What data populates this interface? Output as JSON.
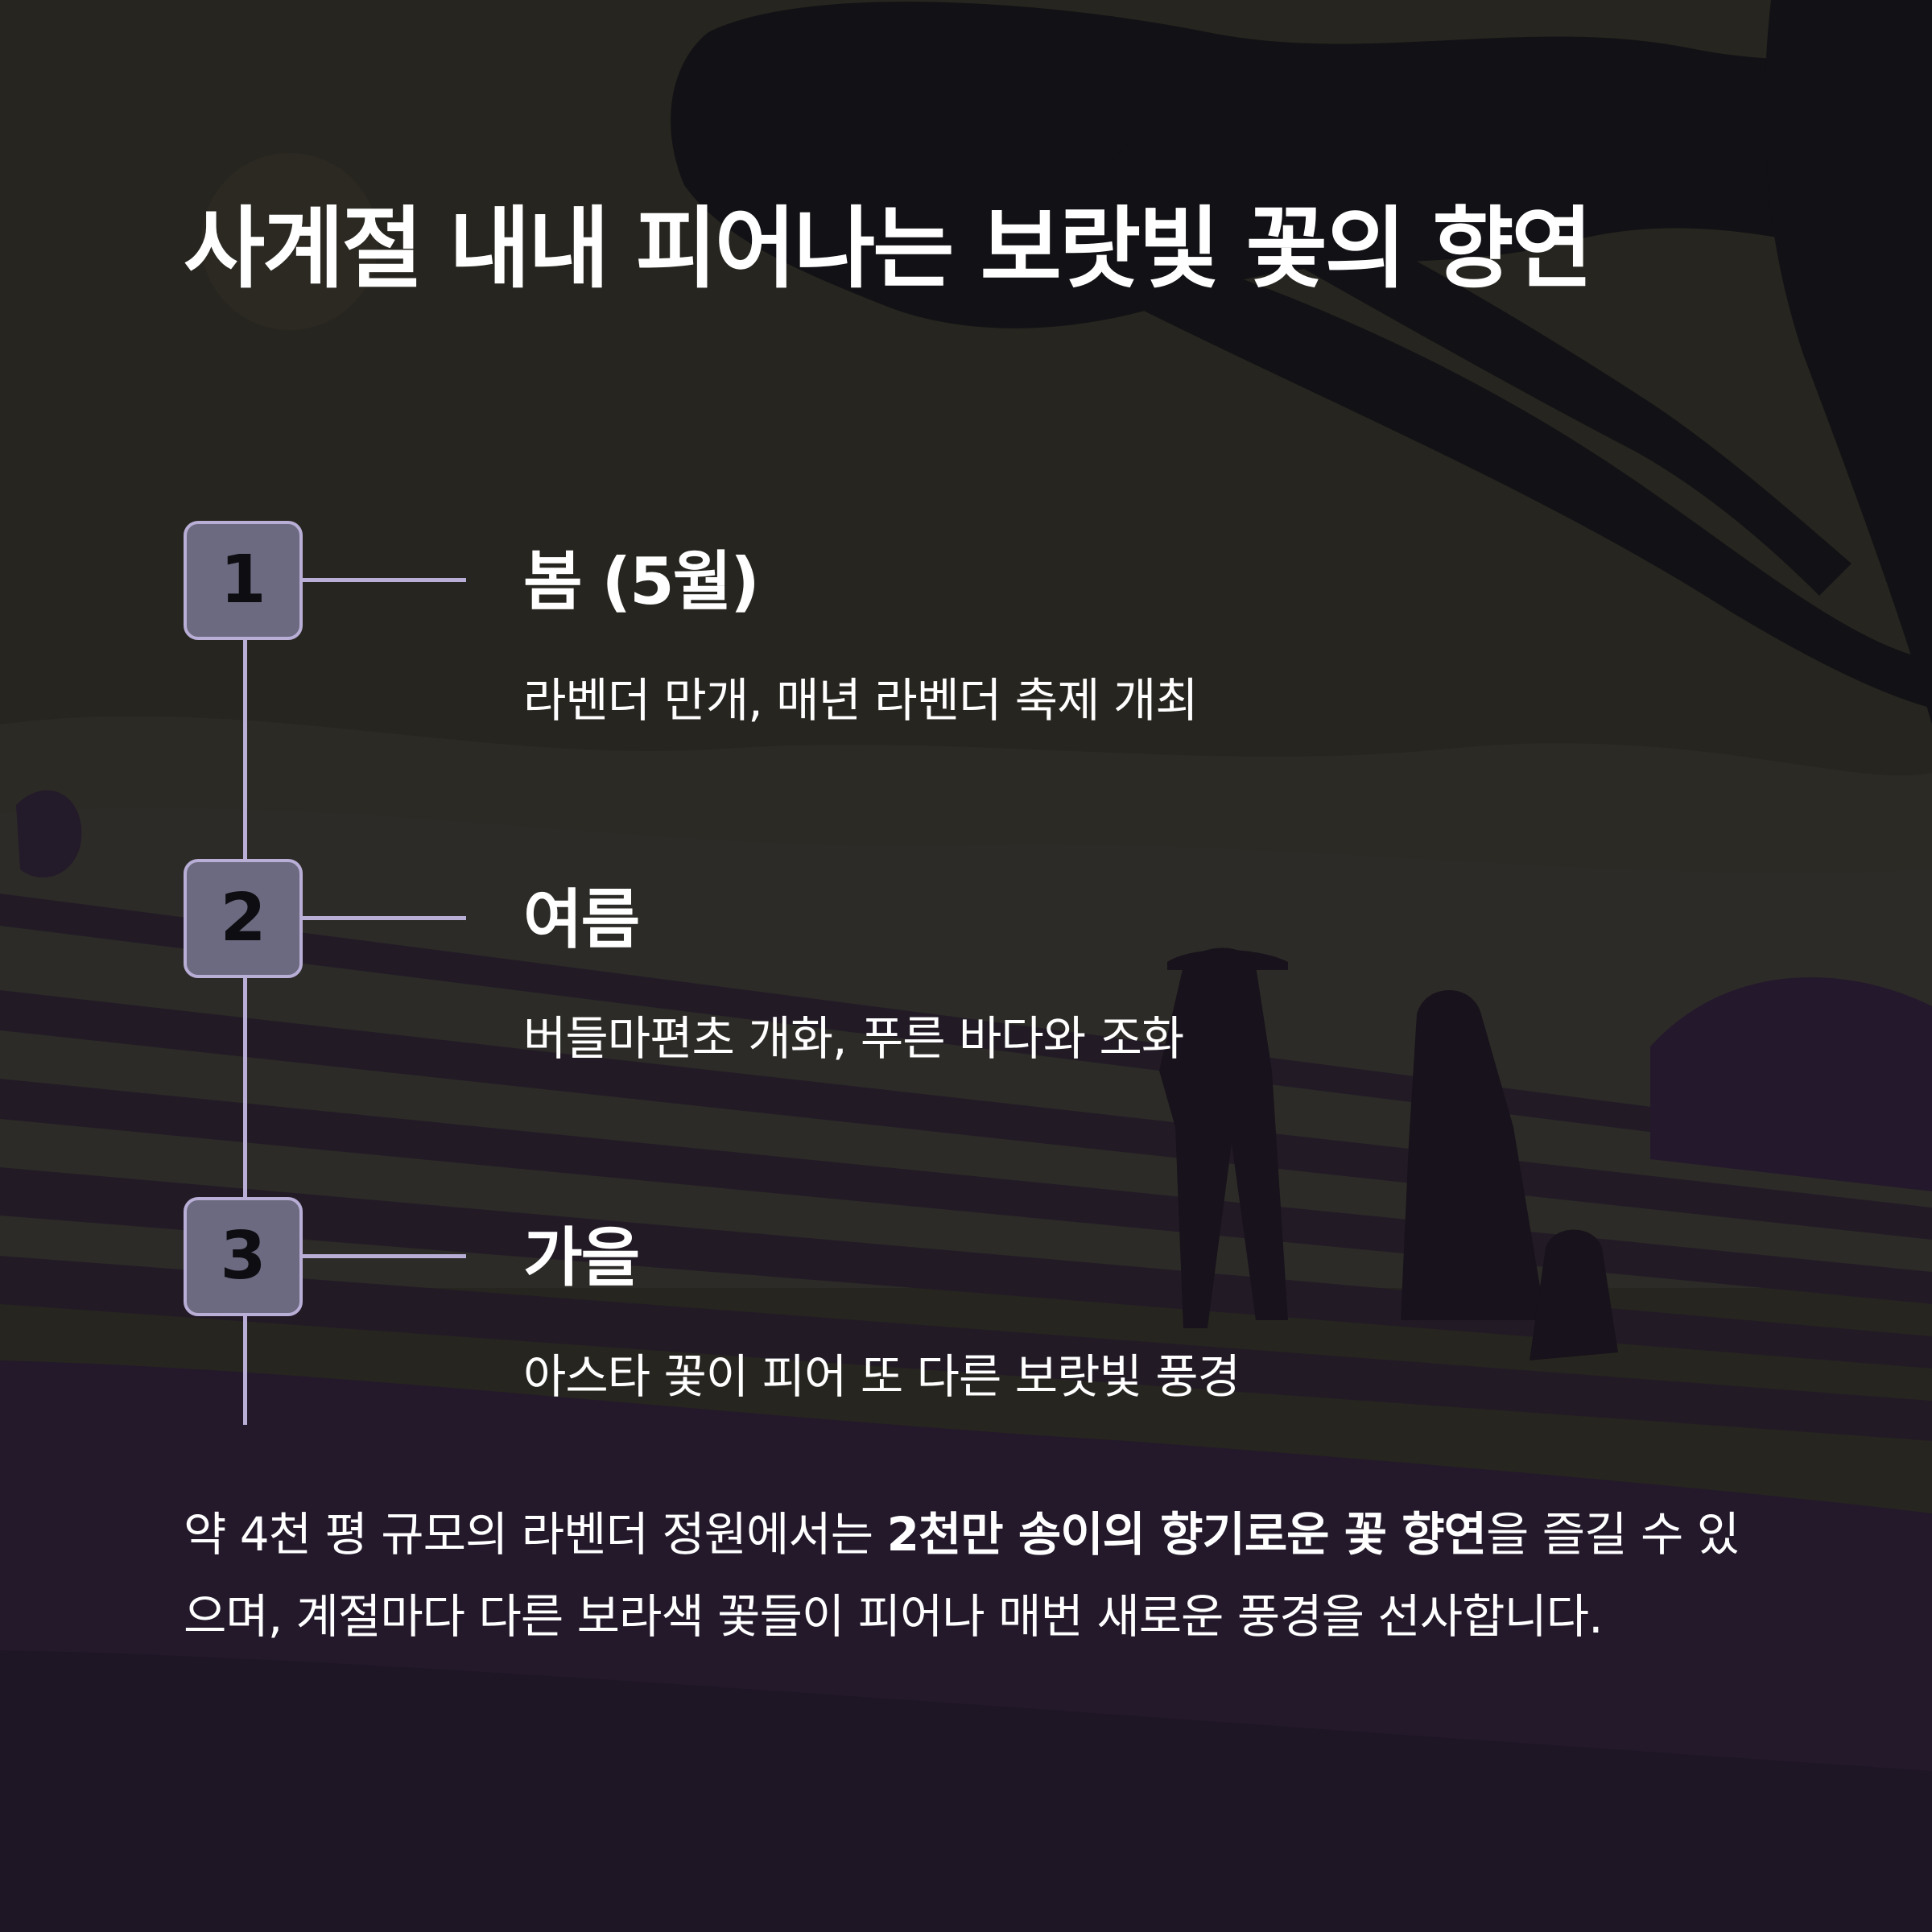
{
  "title": "사계절 내내 피어나는 보랏빛 꽃의 향연",
  "colors": {
    "background": "#26241f",
    "accent_line": "#b8aed6",
    "step_box_fill": "#6c6a80",
    "text": "#ffffff"
  },
  "steps": [
    {
      "number": "1",
      "title": "봄 (5월)",
      "description": "라벤더 만개, 매년 라벤더 축제 개최"
    },
    {
      "number": "2",
      "title": "여름",
      "description": "버들마편초 개화, 푸른 바다와 조화"
    },
    {
      "number": "3",
      "title": "가을",
      "description": "아스타 꽃이 피어 또 다른 보랏빛 풍경"
    }
  ],
  "summary": {
    "before": "약 4천 평 규모의 라벤더 정원에서는 ",
    "highlight": "2천만 송이의 향기로운 꽃 향연",
    "after": "을 즐길 수 있으며, 계절마다 다른 보라색 꽃들이 피어나 매번 새로운 풍경을 선사합니다."
  }
}
